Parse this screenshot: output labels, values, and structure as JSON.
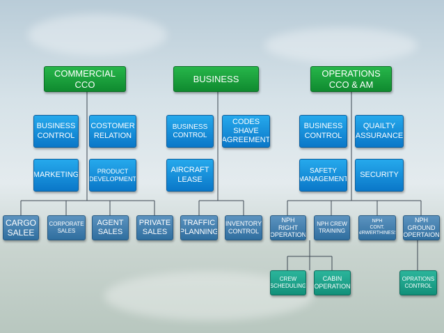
{
  "top": {
    "commercial": "COMMERCIAL\nCCO",
    "business": "BUSINESS",
    "operations": "OPERATIONS\nCCO & AM"
  },
  "commercial": {
    "business_control": "BUSINESS\nCONTROL",
    "customer_relation": "COSTOMER\nRELATION",
    "marketing": "MARKETING",
    "product_development": "PRODUCT\nDEVELOPMENT"
  },
  "business": {
    "business_control": "BUSINESS\nCONTROL",
    "codes_shave": "CODES\nSHAVE\nAGREEMENT",
    "aircraft_lease": "AIRCRAFT\nLEASE"
  },
  "operations": {
    "business_control": "BUSINESS\nCONTROL",
    "quality_assurance": "QUAILTY\nASSURANCE",
    "safety_management": "SAFETY\nMANAGEMENT",
    "security": "SECURITY"
  },
  "bottom_row": {
    "cargo_sales": "CARGO\nSALEE",
    "corporate_sales": "CORPORATE\nSALES",
    "agent_sales": "AGENT\nSALES",
    "private_sales": "PRIVATE\nSALES",
    "traffic_planning": "TRAFFIC\nPLANNING",
    "inventory_control": "INVENTORY\nCONTROL",
    "nph_right_operation": "NPH\nRIGHT\nOPERATION",
    "nph_crew_training": "NPH CREW\nTRAINING",
    "nph_cont_airworthiness": "NPH\nCONT.\nAIRWERTHINESS",
    "nph_ground_operation": "NPH\nGROUND\nOPERTAION"
  },
  "third_row": {
    "crew_scheduling": "CREW\nSCHEDULING",
    "cabin_operation": "CABIN\nOPERATION",
    "operations_control": "OPRATIONS\nCONTROL"
  },
  "colors": {
    "green": "#1a9e3c",
    "blue": "#1590db",
    "steel": "#4680ae",
    "teal": "#1ea38a"
  }
}
